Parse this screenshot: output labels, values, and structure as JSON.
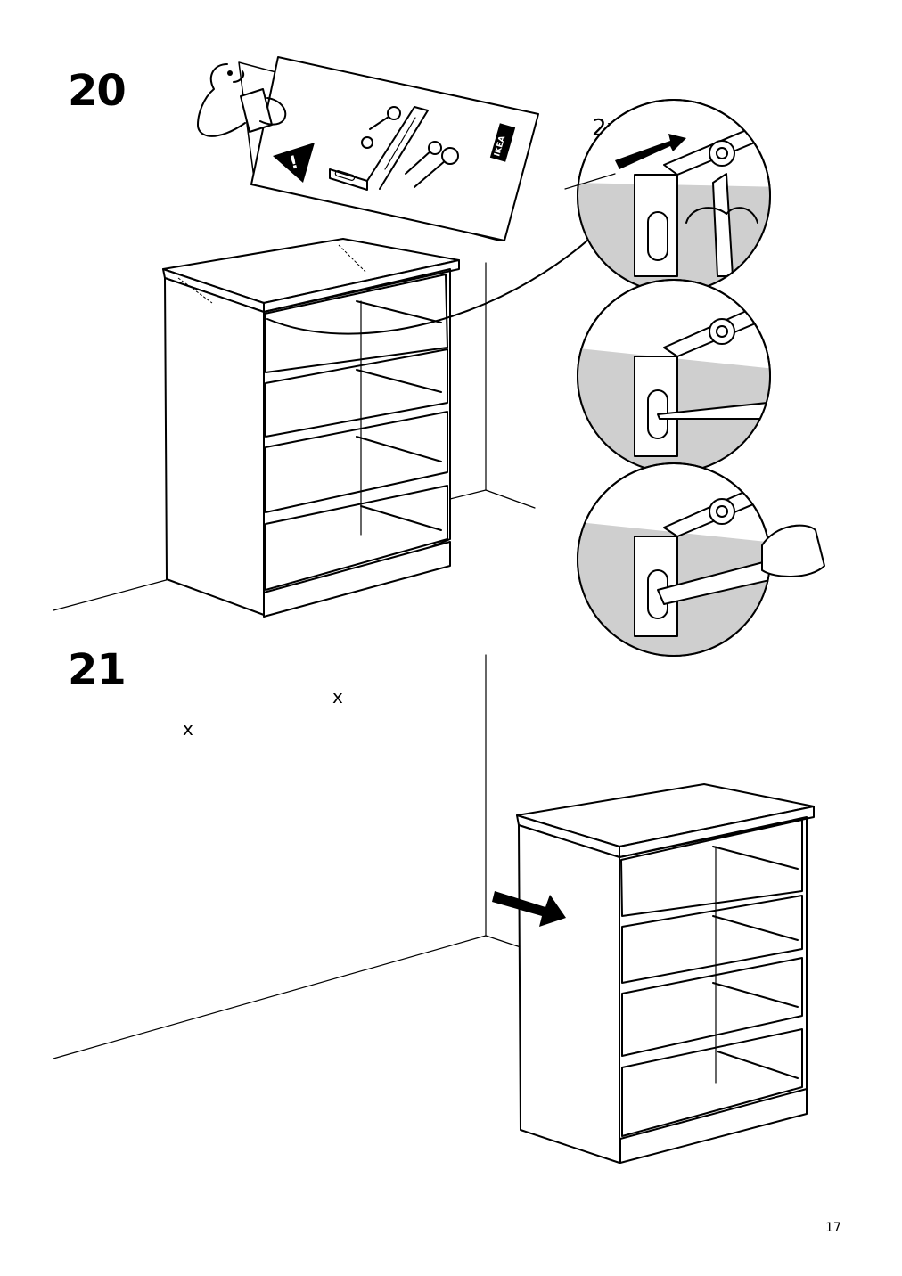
{
  "steps": [
    {
      "number": "20",
      "multiplier": "2x"
    },
    {
      "number": "21",
      "qty_a": "x",
      "qty_b": "x"
    }
  ],
  "booklet": {
    "brand": "IKEA"
  },
  "page_number": "17"
}
